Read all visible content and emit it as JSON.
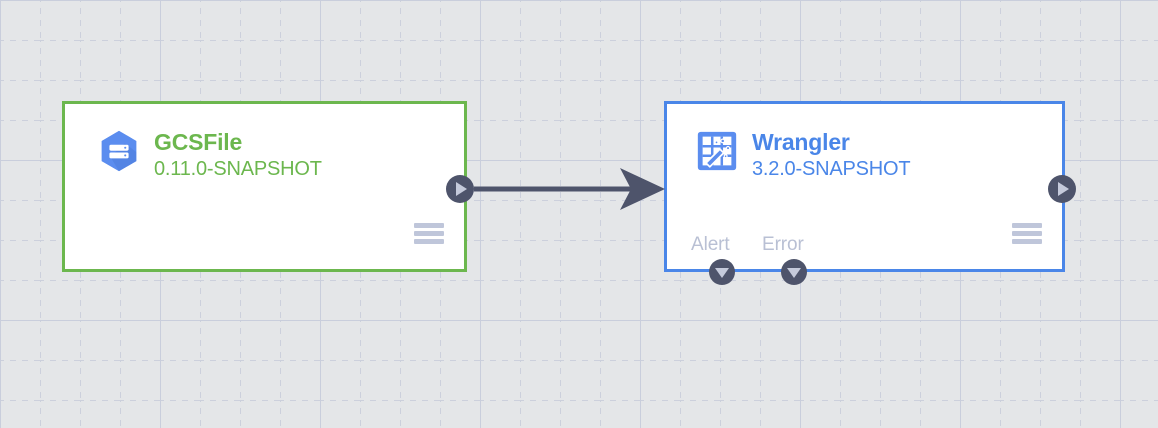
{
  "canvas": {
    "background_color": "#e4e6e8",
    "grid": {
      "minor_color": "#ccd0dc",
      "minor_spacing": 40,
      "minor_style": "dashed",
      "major_color": "#cbd0dd",
      "major_spacing": 160,
      "major_style": "solid"
    }
  },
  "nodes": [
    {
      "id": "gcsfile",
      "name": "GCSFile",
      "version": "0.11.0-SNAPSHOT",
      "icon": "gcs-storage-hexagon-icon",
      "border_color": "#6cb74e",
      "text_color": "#6cb74e",
      "menu_label": "hamburger-menu",
      "output_port": "output-port"
    },
    {
      "id": "wrangler",
      "name": "Wrangler",
      "version": "3.2.0-SNAPSHOT",
      "icon": "wrangler-magic-wand-grid-icon",
      "border_color": "#4a86e8",
      "text_color": "#4a86e8",
      "menu_label": "hamburger-menu",
      "output_port": "output-port",
      "bottom_ports": [
        {
          "label": "Alert"
        },
        {
          "label": "Error"
        }
      ]
    }
  ],
  "connection": {
    "from": "gcsfile",
    "to": "wrangler",
    "color": "#4e546b"
  }
}
